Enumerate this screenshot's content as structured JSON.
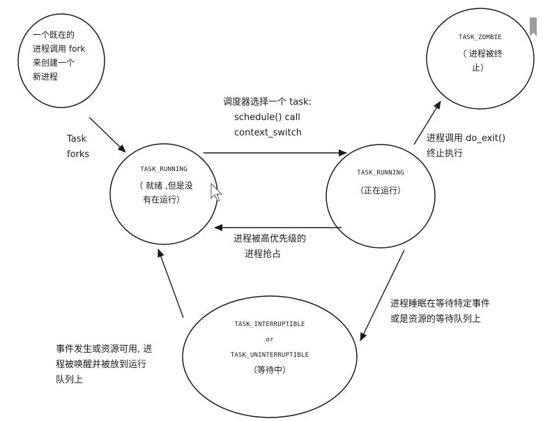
{
  "states": {
    "new_process": {
      "desc": [
        "一个既在的",
        "进程调用 fork",
        "来创建一个",
        "新进程"
      ]
    },
    "running_ready": {
      "name": "TASK_RUNNING",
      "desc": [
        "（ 就绪 ,但是没",
        "有在运行）"
      ]
    },
    "running_active": {
      "name": "TASK_RUNNING",
      "desc": [
        "（正在运行）"
      ]
    },
    "zombie": {
      "name": "TASK_ZOMBIE",
      "desc": [
        "（ 进程被终",
        "止）"
      ]
    },
    "waiting": {
      "name_lines": [
        "TASK_INTERRUPTIBLE",
        "or",
        "TASK_UNINTERRUPTIBLE"
      ],
      "desc": [
        "（等待中）"
      ]
    }
  },
  "transitions": {
    "forks": [
      "Task",
      "forks"
    ],
    "schedule": [
      "调度器选择一个 task:",
      "schedule() call",
      "context_switch"
    ],
    "preempt": [
      "进程被高优先级的",
      "进程抢占"
    ],
    "exit": [
      "进程调用  do_exit()",
      "终止执行"
    ],
    "sleep": [
      "进程睡眠在等待特定事件",
      "或是资源的等待队列上"
    ],
    "wake": [
      "事件发生或资源可用, 进",
      "程被唤醒并被放到运行",
      "队列上"
    ]
  },
  "colors": {
    "stroke": "#1a1a1a",
    "fill": "#ffffff",
    "bookmark": "#9e9e9e"
  }
}
